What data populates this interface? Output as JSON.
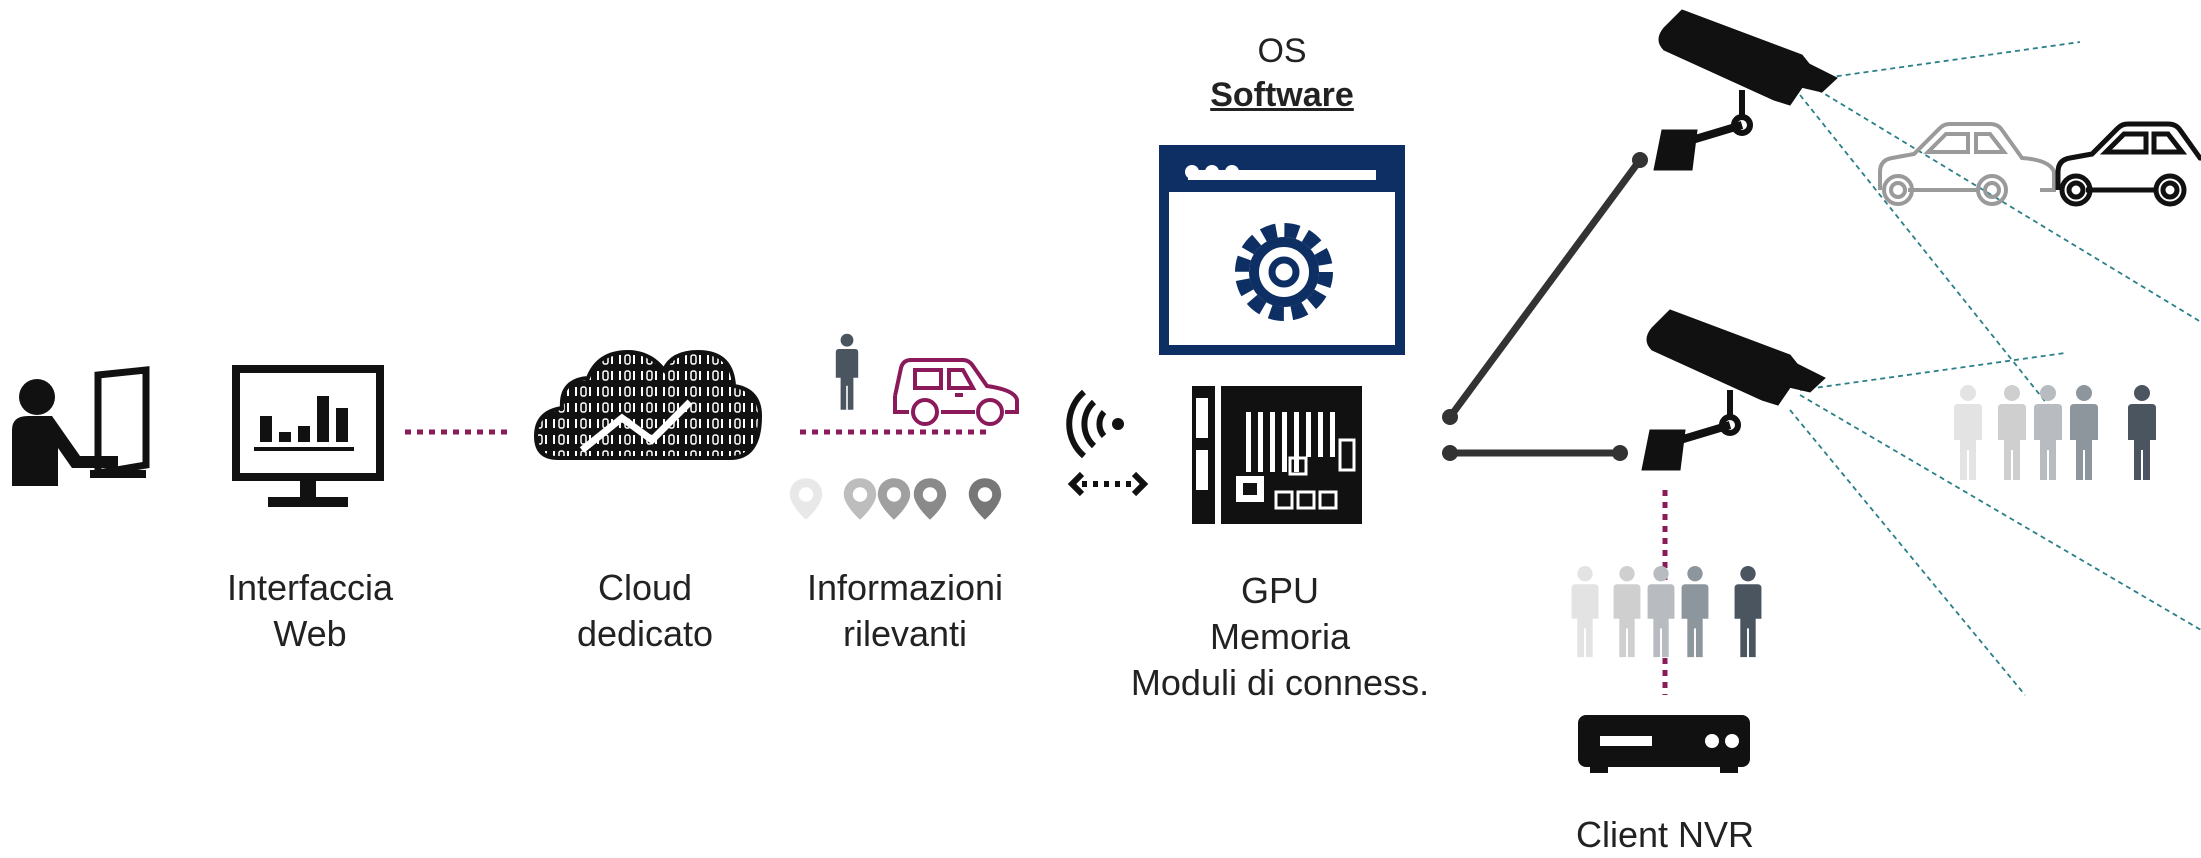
{
  "labels": {
    "web_interface": [
      "Interfaccia",
      "Web"
    ],
    "cloud": [
      "Cloud",
      "dedicato"
    ],
    "info": [
      "Informazioni",
      "rilevanti"
    ],
    "hardware": [
      "GPU",
      "Memoria",
      "Moduli di conness."
    ],
    "nvr": "Client NVR",
    "os_title": "OS",
    "os_subtitle": "Software"
  },
  "colors": {
    "accent": "#8b1a5a",
    "software_blue": "#0d2f63",
    "teal_lines": "#2a7f88",
    "icon_black": "#111111",
    "person_gray": "#4a5560"
  },
  "icons": [
    "user-at-computer-icon",
    "monitor-chart-icon",
    "cloud-data-icon",
    "person-icon",
    "car-icon",
    "location-pin-icon",
    "wireless-icon",
    "software-window-gear-icon",
    "circuit-board-icon",
    "cctv-camera-icon",
    "nvr-recorder-icon"
  ]
}
